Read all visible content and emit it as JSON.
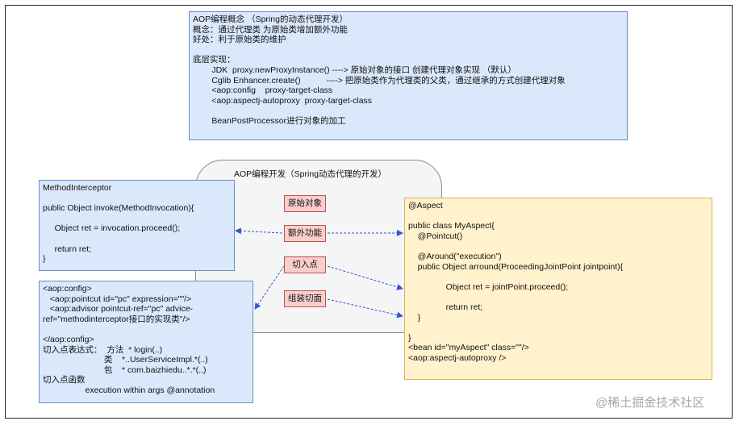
{
  "concept_box": {
    "lines": [
      "AOP编程概念 （Spring的动态代理开发）",
      "概念：通过代理类 为原始类增加额外功能",
      "好处：利于原始类的维护",
      "",
      "底层实现：",
      "        JDK  proxy.newProxyInstance() ----> 原始对象的接口 创建代理对象实现 （默认）",
      "        Cglib Enhancer.create()           ----> 把原始类作为代理类的父类，通过继承的方式创建代理对象",
      "        <aop:config    proxy-target-class",
      "        <aop:aspectj-autoproxy  proxy-target-class",
      "",
      "        BeanPostProcessor进行对象的加工"
    ]
  },
  "center_panel": {
    "title": "AOP编程开发（Spring动态代理的开发）",
    "pills": {
      "original": "原始对象",
      "extra": "额外功能",
      "pointcut": "切入点",
      "assemble": "组装切面"
    }
  },
  "interceptor_box": {
    "lines": [
      "MethodInterceptor",
      "",
      "public Object invoke(MethodInvocation){",
      "",
      "     Object ret = invocation.proceed();",
      "",
      "     return ret;",
      "}"
    ]
  },
  "config_box": {
    "lines": [
      "<aop:config>",
      "   <aop:pointcut id=\"pc\" expression=\"\"/>",
      "   <aop:advisor pointcut-ref=\"pc\" advice-",
      "ref=\"methodinterceptor接口的实现类\"/>",
      "",
      "</aop:config>",
      "切入点表达式：  方法  * login(..)",
      "                          类    *..UserServiceImpl.*(..)",
      "                          包    * com.baizhiedu..*.*(..)",
      "切入点函数",
      "                  execution within args @annotation"
    ]
  },
  "aspect_box": {
    "lines": [
      "@Aspect",
      "",
      "public class MyAspect{",
      "    @Pointcut()",
      "",
      "    @Around(\"execution\")",
      "    public Object arround(ProceedingJointPoint jointpoint){",
      "",
      "                Object ret = jointPoint.proceed();",
      "",
      "                return ret;",
      "    }",
      "",
      "}",
      "<bean id=\"myAspect\" class=\"\"/>",
      "<aop:aspectj-autoproxy />"
    ]
  },
  "watermark": "@稀土掘金技术社区",
  "colors": {
    "blue_fill": "#dae8fc",
    "blue_border": "#6c8ebf",
    "yellow_fill": "#fff2cc",
    "yellow_border": "#d6b656",
    "pill_fill": "#f8cecc",
    "pill_border": "#b85450",
    "arrow": "#3355dd"
  }
}
